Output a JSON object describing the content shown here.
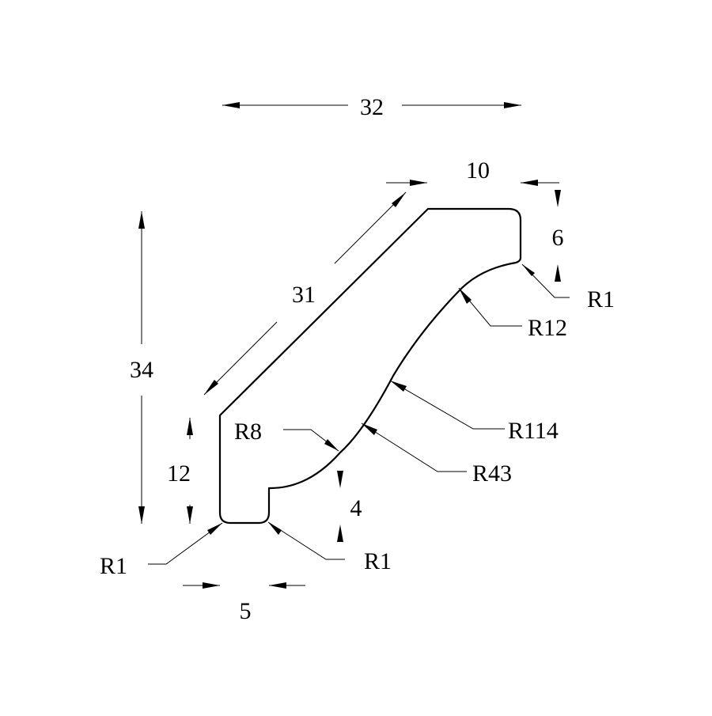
{
  "drawing": {
    "dimensions": {
      "overall_width": "32",
      "overall_height": "34",
      "slope_length": "31",
      "top_width": "10",
      "right_height": "6",
      "left_height": "12",
      "step_height": "4",
      "bottom_width": "5"
    },
    "radii": {
      "top_right_corner": "R1",
      "upper_cove": "R12",
      "main_curve": "R114",
      "lower_curve": "R43",
      "bottom_cove": "R8",
      "bottom_left_corner": "R1",
      "bottom_right_corner": "R1"
    }
  }
}
